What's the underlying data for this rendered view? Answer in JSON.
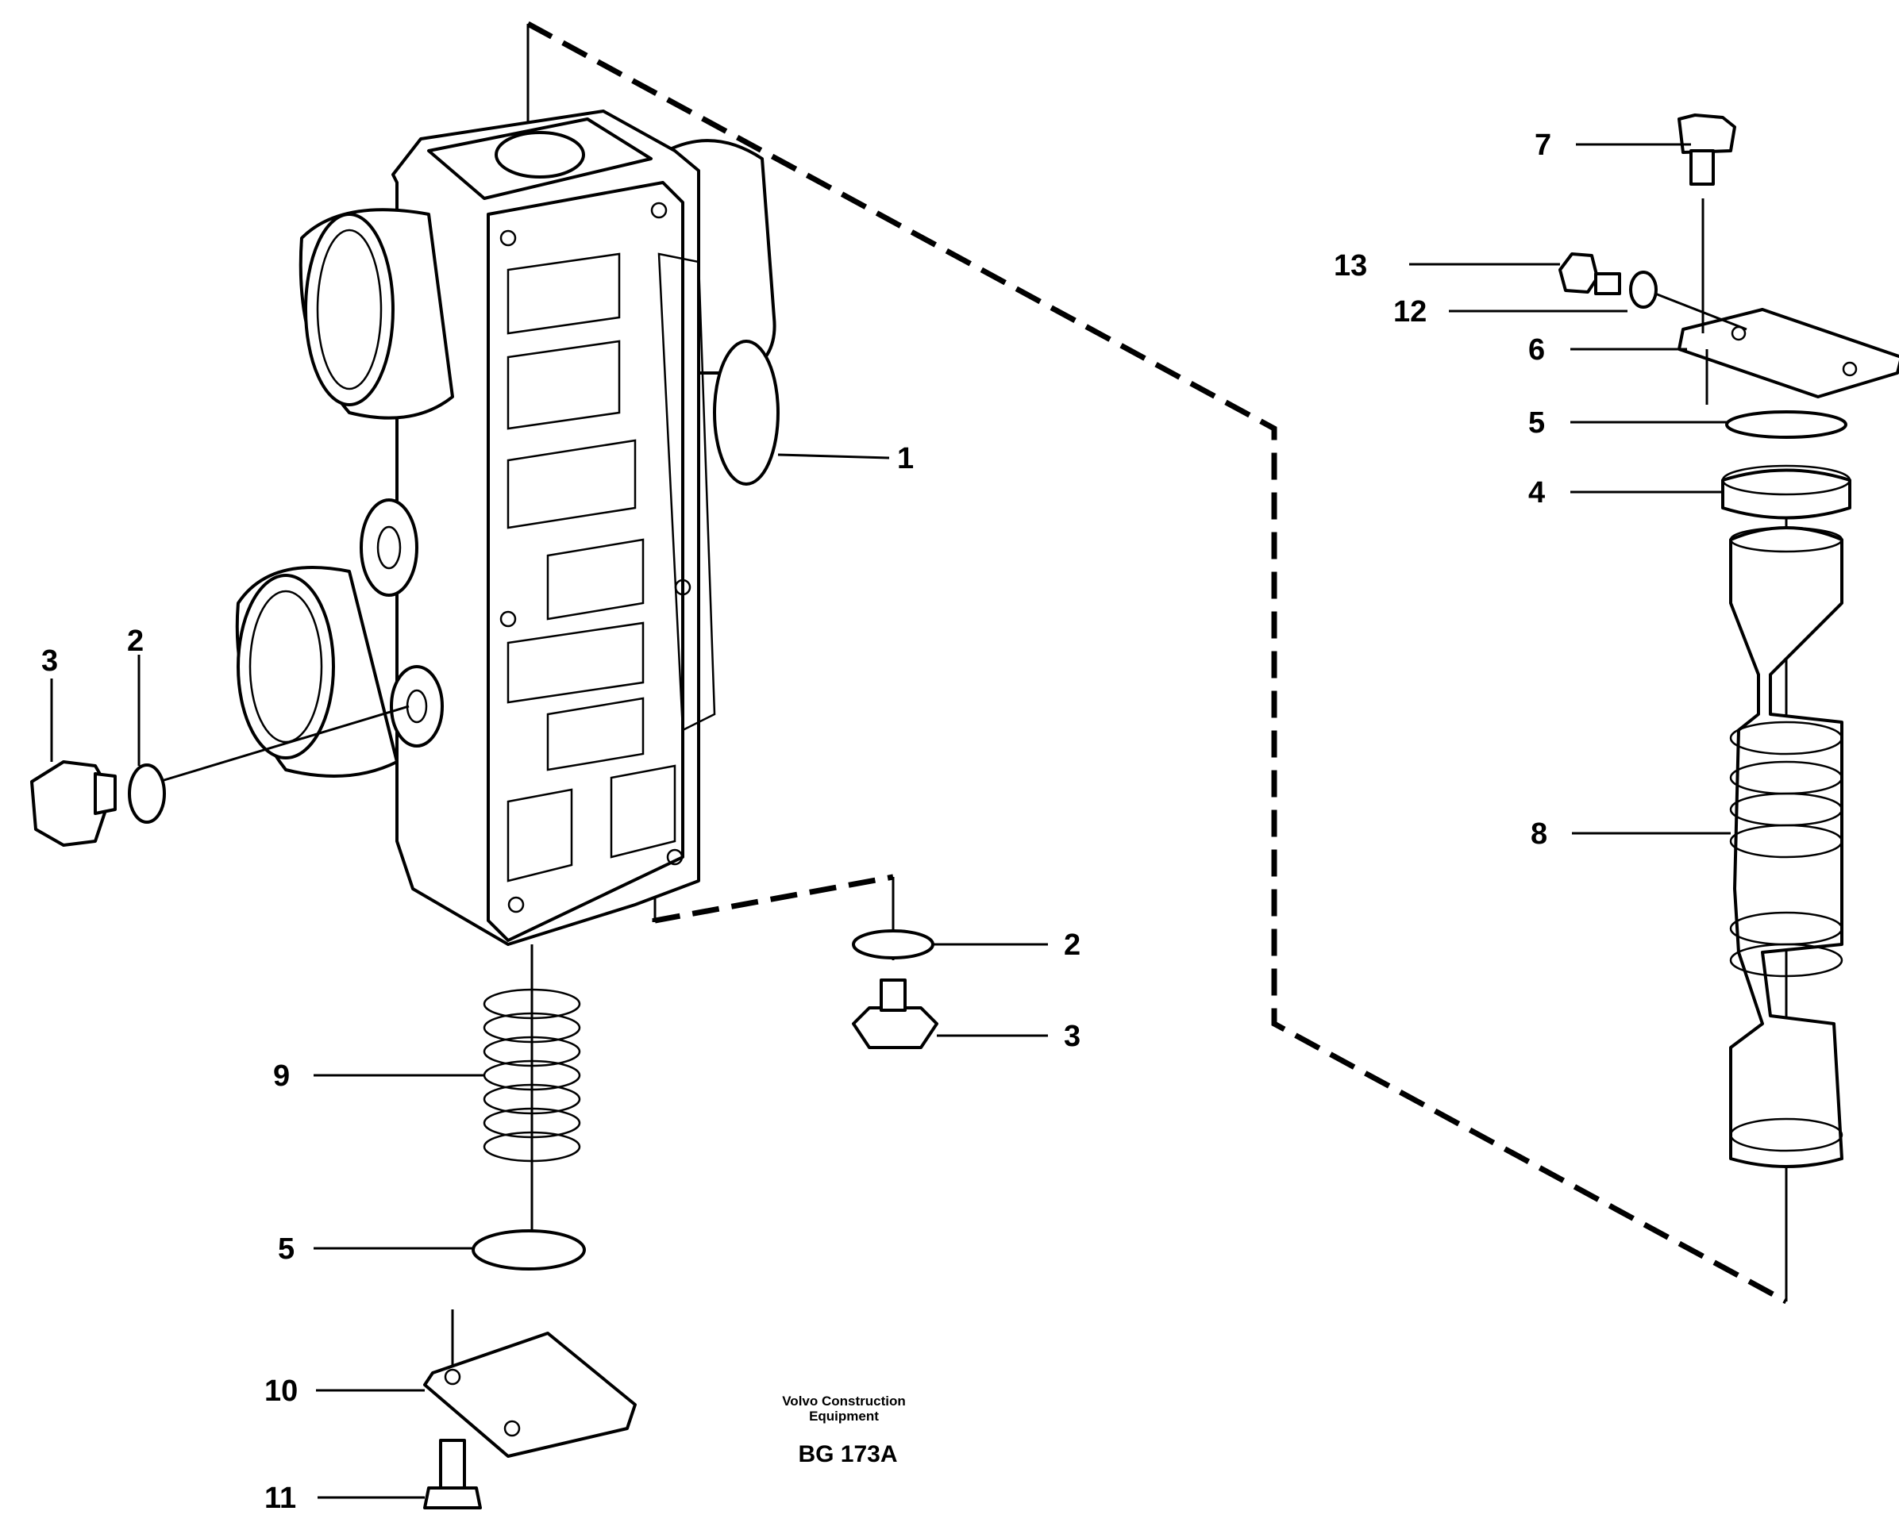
{
  "callouts": {
    "c1": "1",
    "c2a": "2",
    "c3a": "3",
    "c2b": "2",
    "c3b": "3",
    "c4": "4",
    "c5a": "5",
    "c5b": "5",
    "c6": "6",
    "c7": "7",
    "c8": "8",
    "c9": "9",
    "c10": "10",
    "c11": "11",
    "c12": "12",
    "c13": "13"
  },
  "caption": {
    "maker_line1": "Volvo Construction",
    "maker_line2": "Equipment",
    "figure_code": "BG 173A"
  }
}
